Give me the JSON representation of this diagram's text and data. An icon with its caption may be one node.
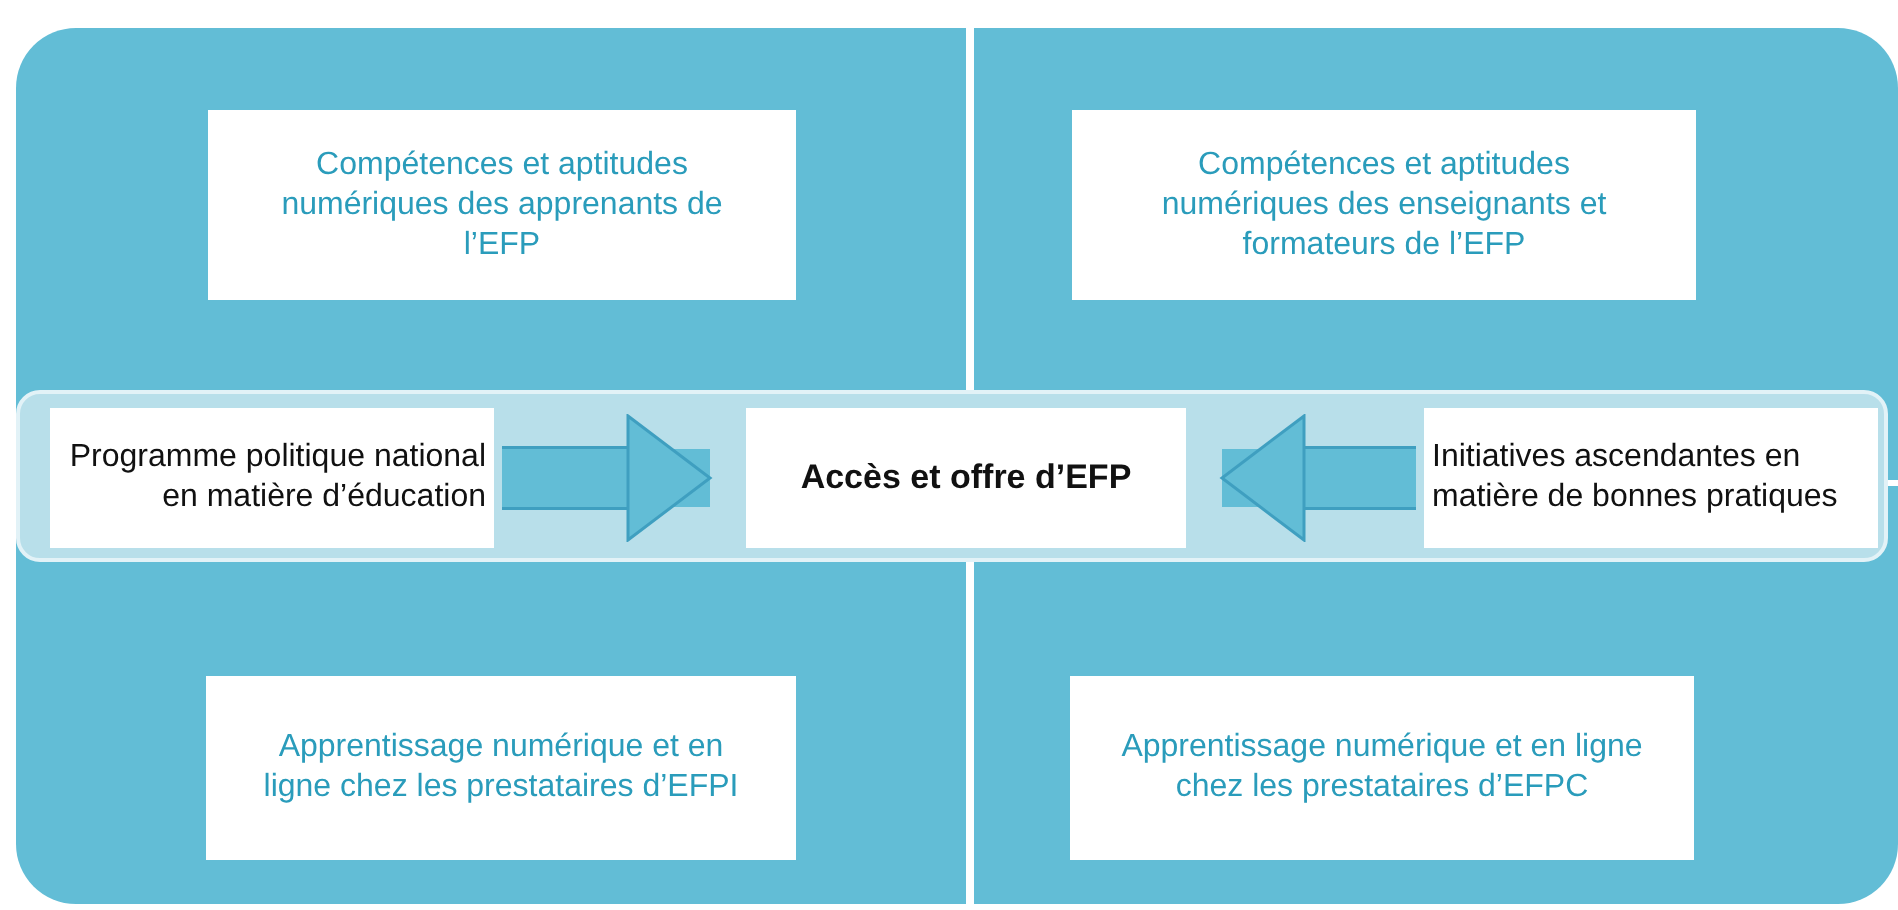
{
  "diagram": {
    "nodes": [
      {
        "text": [
          "Compétences et aptitudes numériques des apprenants de l’EFP"
        ]
      },
      {
        "text": [
          "Compétences et aptitudes numériques des enseignants et formateurs de l’EFP"
        ]
      },
      {
        "text": [
          "Programme politique national en matière d’éducation"
        ]
      },
      {
        "text": [
          "Accès et offre d’EFP"
        ]
      },
      {
        "text": [
          "Initiatives ascendantes en matière de bonnes pratiques"
        ]
      },
      {
        "text": [
          "Apprentissage numérique et en ligne chez les prestataires d’EFPI"
        ]
      },
      {
        "text": [
          "Apprentissage numérique et en ligne chez les prestataires d’EFPC"
        ]
      }
    ],
    "edges": [
      {
        "from": 2,
        "to": 3,
        "arrow": "to"
      },
      {
        "from": 4,
        "to": 3,
        "arrow": "to"
      }
    ]
  }
}
